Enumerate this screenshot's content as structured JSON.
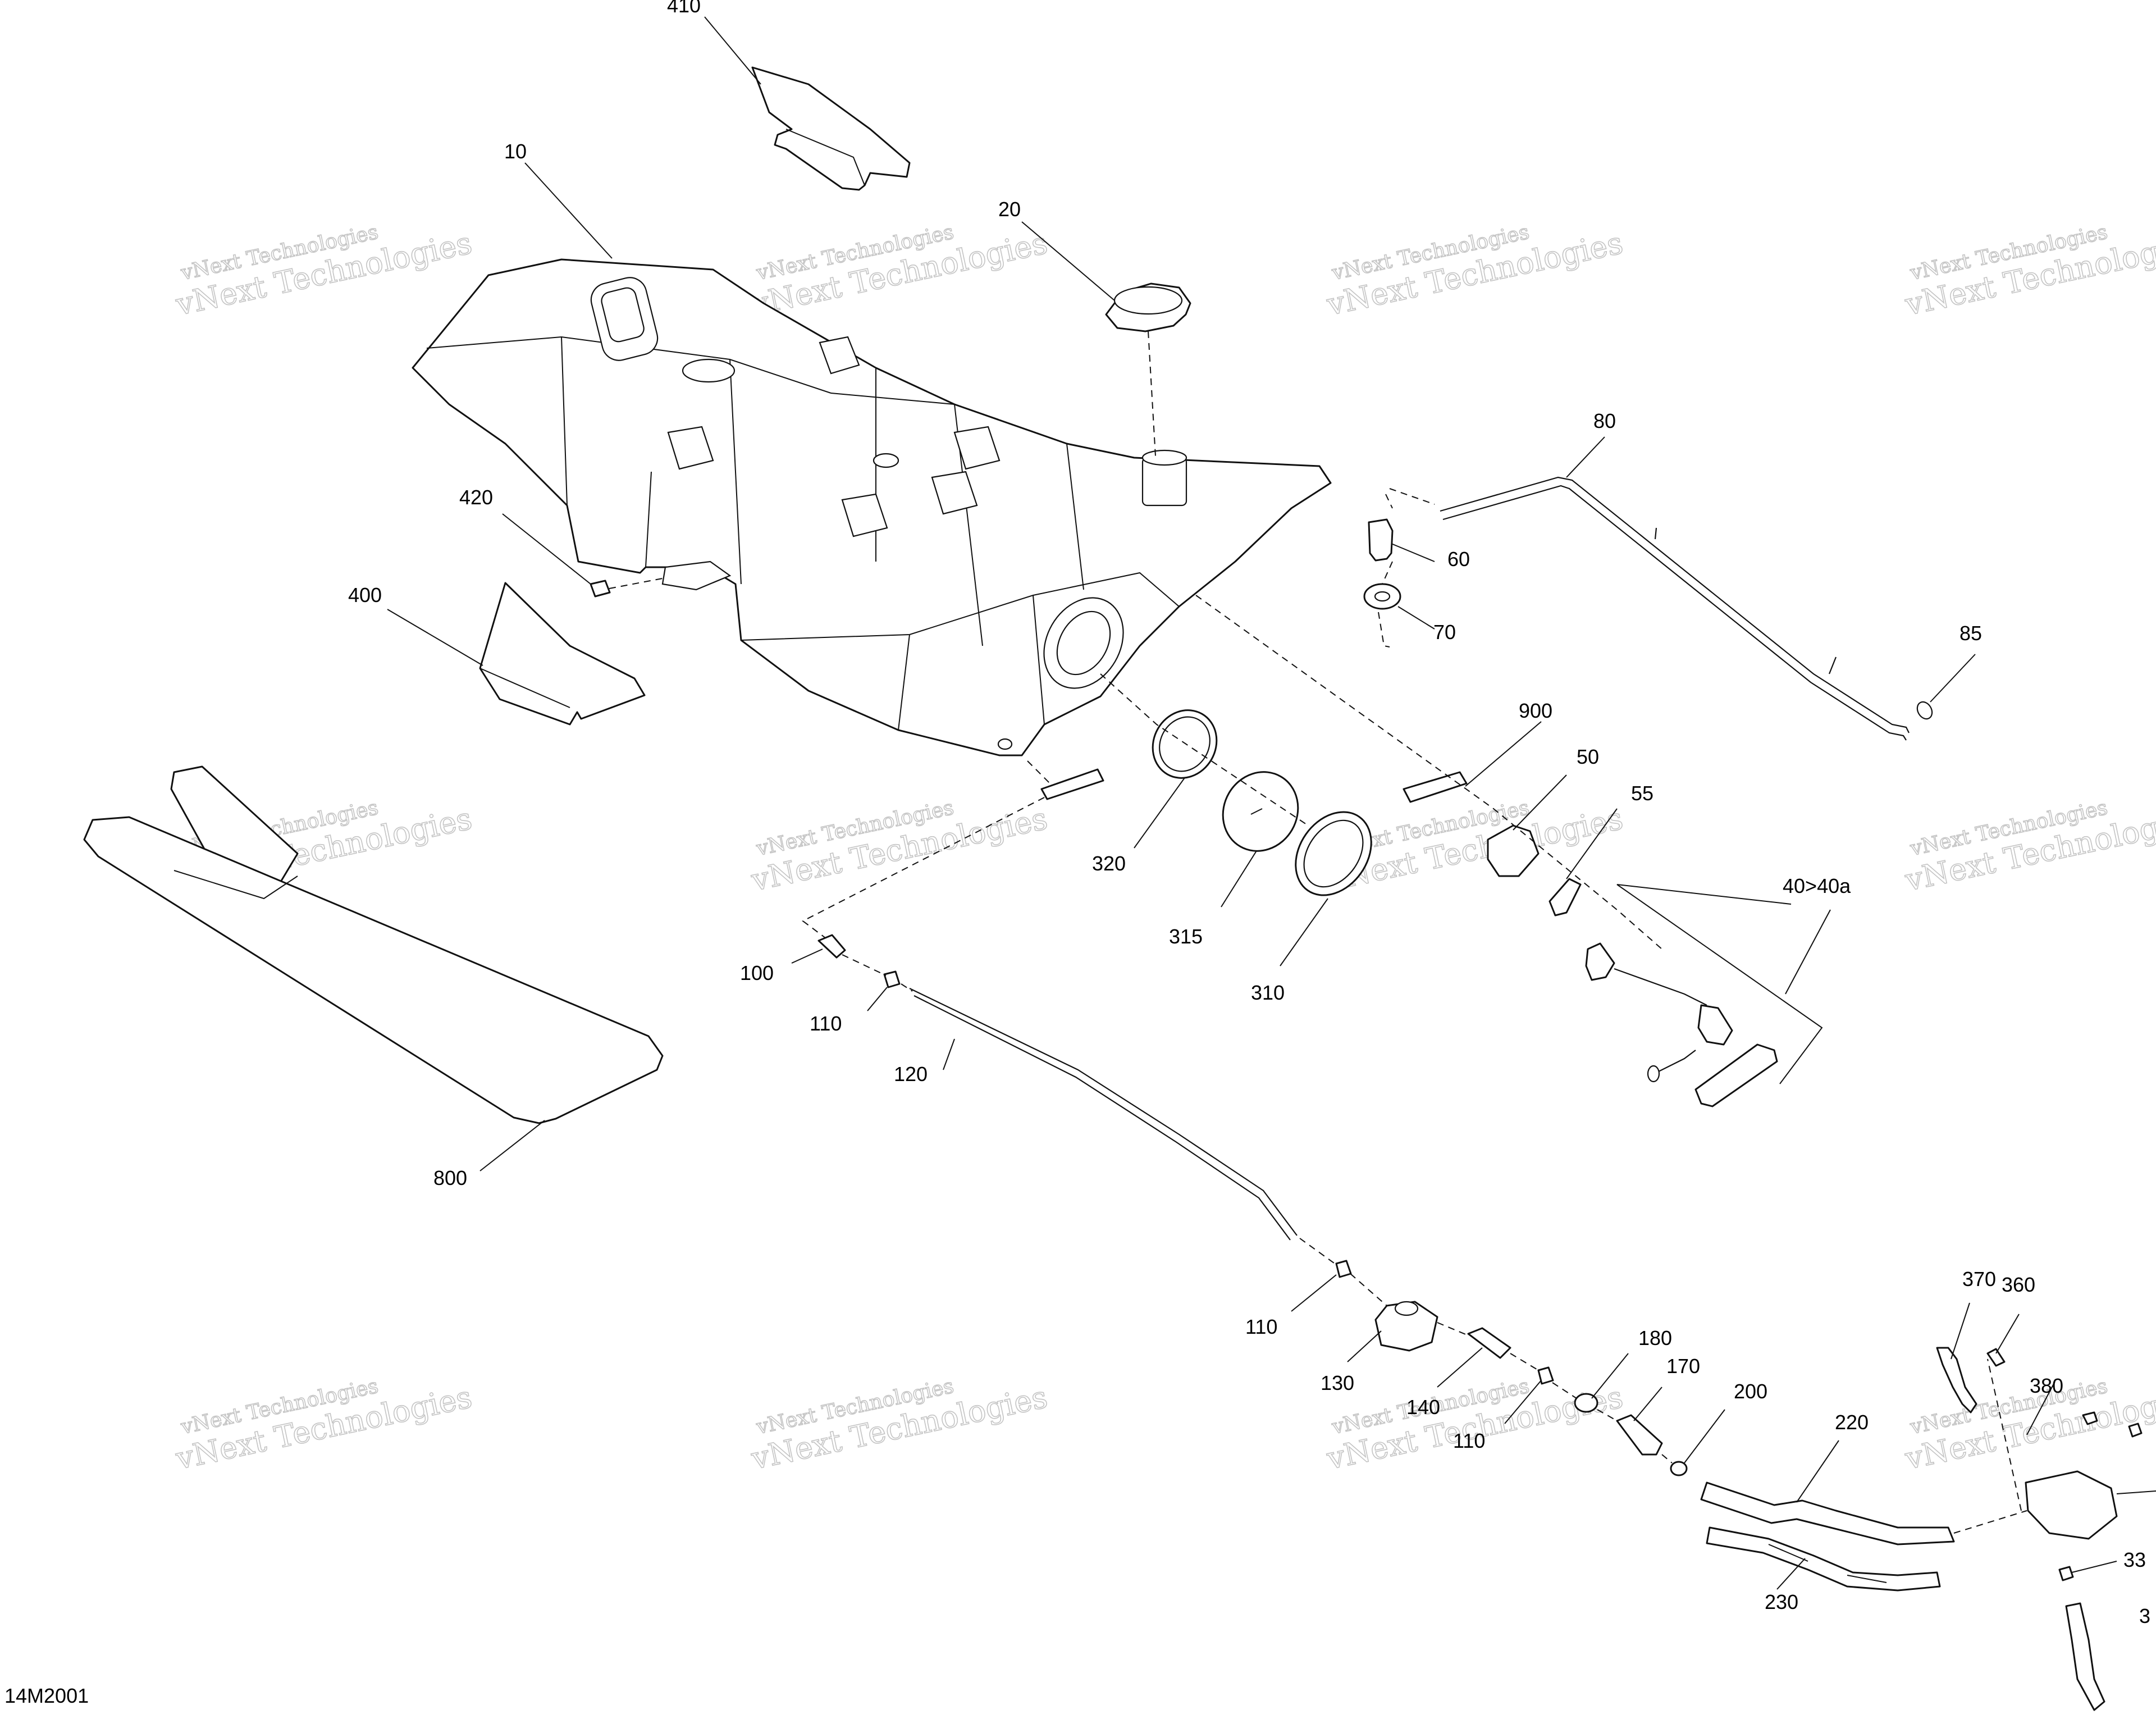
{
  "diagram": {
    "code": "14M2001",
    "watermark": {
      "line1": "vNext Technologies",
      "line2": "vNext Technologies"
    },
    "labels": [
      {
        "id": "410",
        "text": "410"
      },
      {
        "id": "10",
        "text": "10"
      },
      {
        "id": "20",
        "text": "20"
      },
      {
        "id": "80",
        "text": "80"
      },
      {
        "id": "60",
        "text": "60"
      },
      {
        "id": "70",
        "text": "70"
      },
      {
        "id": "85",
        "text": "85"
      },
      {
        "id": "420",
        "text": "420"
      },
      {
        "id": "400",
        "text": "400"
      },
      {
        "id": "900",
        "text": "900"
      },
      {
        "id": "50",
        "text": "50"
      },
      {
        "id": "55",
        "text": "55"
      },
      {
        "id": "40",
        "text": "40>40a"
      },
      {
        "id": "320",
        "text": "320"
      },
      {
        "id": "315",
        "text": "315"
      },
      {
        "id": "310",
        "text": "310"
      },
      {
        "id": "100",
        "text": "100"
      },
      {
        "id": "110a",
        "text": "110"
      },
      {
        "id": "120",
        "text": "120"
      },
      {
        "id": "800",
        "text": "800"
      },
      {
        "id": "110b",
        "text": "110"
      },
      {
        "id": "130",
        "text": "130"
      },
      {
        "id": "140",
        "text": "140"
      },
      {
        "id": "110c",
        "text": "110"
      },
      {
        "id": "180",
        "text": "180"
      },
      {
        "id": "170",
        "text": "170"
      },
      {
        "id": "200",
        "text": "200"
      },
      {
        "id": "220",
        "text": "220"
      },
      {
        "id": "230",
        "text": "230"
      },
      {
        "id": "370",
        "text": "370"
      },
      {
        "id": "360",
        "text": "360"
      },
      {
        "id": "380",
        "text": "380"
      },
      {
        "id": "33x",
        "text": "33"
      },
      {
        "id": "3x",
        "text": "3"
      }
    ]
  }
}
